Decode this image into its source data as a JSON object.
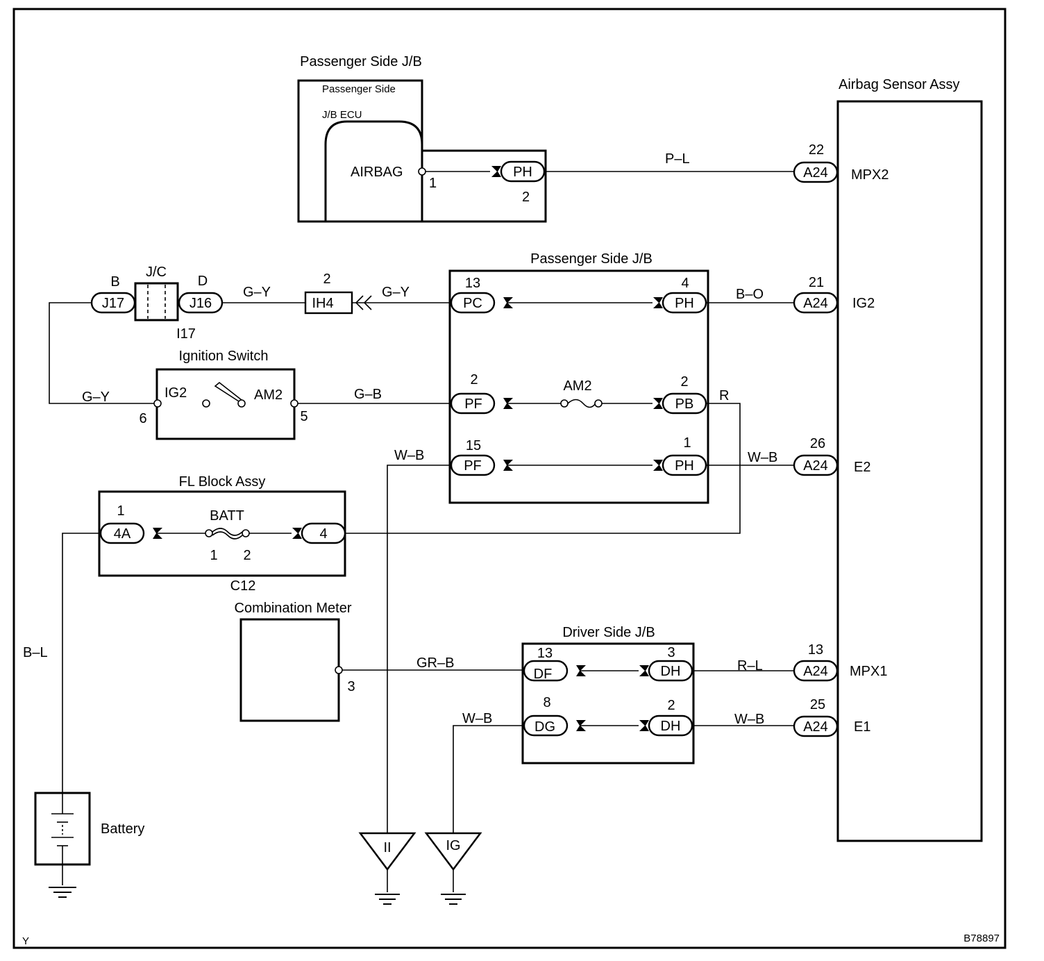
{
  "frame": {
    "corner_left": "Y",
    "corner_right": "B78897"
  },
  "components": {
    "pjb_ecu_title": "Passenger Side J/B",
    "pjb_ecu_inner1": "Passenger Side",
    "pjb_ecu_inner2": "J/B ECU",
    "airbag": "AIRBAG",
    "airbag_pin": "1",
    "ph_top_pin": "2",
    "airbag_sensor": "Airbag Sensor Assy",
    "pjb_title": "Passenger Side J/B",
    "jc_title": "J/C",
    "jc_b": "B",
    "jc_d": "D",
    "jc_id": "I17",
    "ih4_pin": "2",
    "ignition": "Ignition Switch",
    "ig2": "IG2",
    "am2": "AM2",
    "ign_pin6": "6",
    "ign_pin5": "5",
    "fl_block": "FL Block Assy",
    "batt": "BATT",
    "fl_pin_1": "1",
    "fuse_pin1": "1",
    "fuse_pin2": "2",
    "fl_id": "C12",
    "combo": "Combination Meter",
    "combo_pin": "3",
    "djb_title": "Driver Side J/B",
    "battery": "Battery",
    "ground_ii": "II",
    "ground_ig": "IG"
  },
  "connectors": {
    "ph_top": "PH",
    "a24": "A24",
    "j17": "J17",
    "j16": "J16",
    "ih4": "IH4",
    "pc": "PC",
    "ph": "PH",
    "pf": "PF",
    "pb": "PB",
    "fl4a": "4A",
    "fl4": "4",
    "df": "DF",
    "dh": "DH",
    "dg": "DG"
  },
  "pins": {
    "pc": "13",
    "ph4": "4",
    "pf2": "2",
    "pb2": "2",
    "pf15": "15",
    "ph1": "1",
    "df": "13",
    "dh3": "3",
    "dg": "8",
    "dh2": "2",
    "a24_22": "22",
    "a24_21": "21",
    "a24_26": "26",
    "a24_13": "13",
    "a24_25": "25"
  },
  "terminals": {
    "mpx2": "MPX2",
    "ig2": "IG2",
    "e2": "E2",
    "mpx1": "MPX1",
    "e1": "E1"
  },
  "fuse_am2": "AM2",
  "wires": {
    "p_l": "P–L",
    "g_y1": "G–Y",
    "g_y2": "G–Y",
    "g_y3": "G–Y",
    "b_o": "B–O",
    "g_b": "G–B",
    "r": "R",
    "w_b1": "W–B",
    "w_b2": "W–B",
    "b_l": "B–L",
    "gr_b": "GR–B",
    "r_l": "R–L",
    "w_b3": "W–B",
    "w_b4": "W–B"
  }
}
